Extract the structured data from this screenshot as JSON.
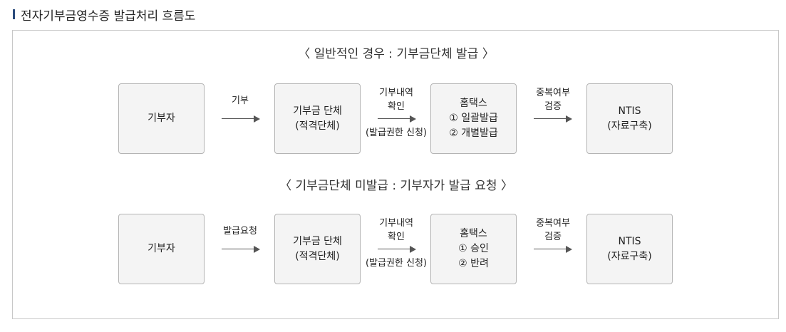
{
  "page_title": "전자기부금영수증 발급처리 흐름도",
  "flows": [
    {
      "heading": "〈 일반적인 경우 : 기부금단체 발급 〉",
      "boxes": [
        {
          "lines": [
            "기부자"
          ]
        },
        {
          "lines": [
            "기부금 단체",
            "(적격단체)"
          ]
        },
        {
          "lines": [
            "홈택스",
            "① 일괄발급",
            "② 개별발급"
          ]
        },
        {
          "lines": [
            "NTIS",
            "(자료구축)"
          ]
        }
      ],
      "arrows": [
        {
          "label_top": [
            "기부"
          ],
          "label_bottom": []
        },
        {
          "label_top": [
            "기부내역",
            "확인"
          ],
          "label_bottom": [
            "(발급권한 신청)"
          ]
        },
        {
          "label_top": [
            "중복여부",
            "검증"
          ],
          "label_bottom": []
        }
      ]
    },
    {
      "heading": "〈 기부금단체 미발급 : 기부자가 발급 요청 〉",
      "boxes": [
        {
          "lines": [
            "기부자"
          ]
        },
        {
          "lines": [
            "기부금 단체",
            "(적격단체)"
          ]
        },
        {
          "lines": [
            "홈택스",
            "① 승인",
            "② 반려"
          ]
        },
        {
          "lines": [
            "NTIS",
            "(자료구축)"
          ]
        }
      ],
      "arrows": [
        {
          "label_top": [
            "발급요청"
          ],
          "label_bottom": []
        },
        {
          "label_top": [
            "기부내역",
            "확인"
          ],
          "label_bottom": [
            "(발급권한 신청)"
          ]
        },
        {
          "label_top": [
            "중복여부",
            "검증"
          ],
          "label_bottom": []
        }
      ]
    }
  ]
}
